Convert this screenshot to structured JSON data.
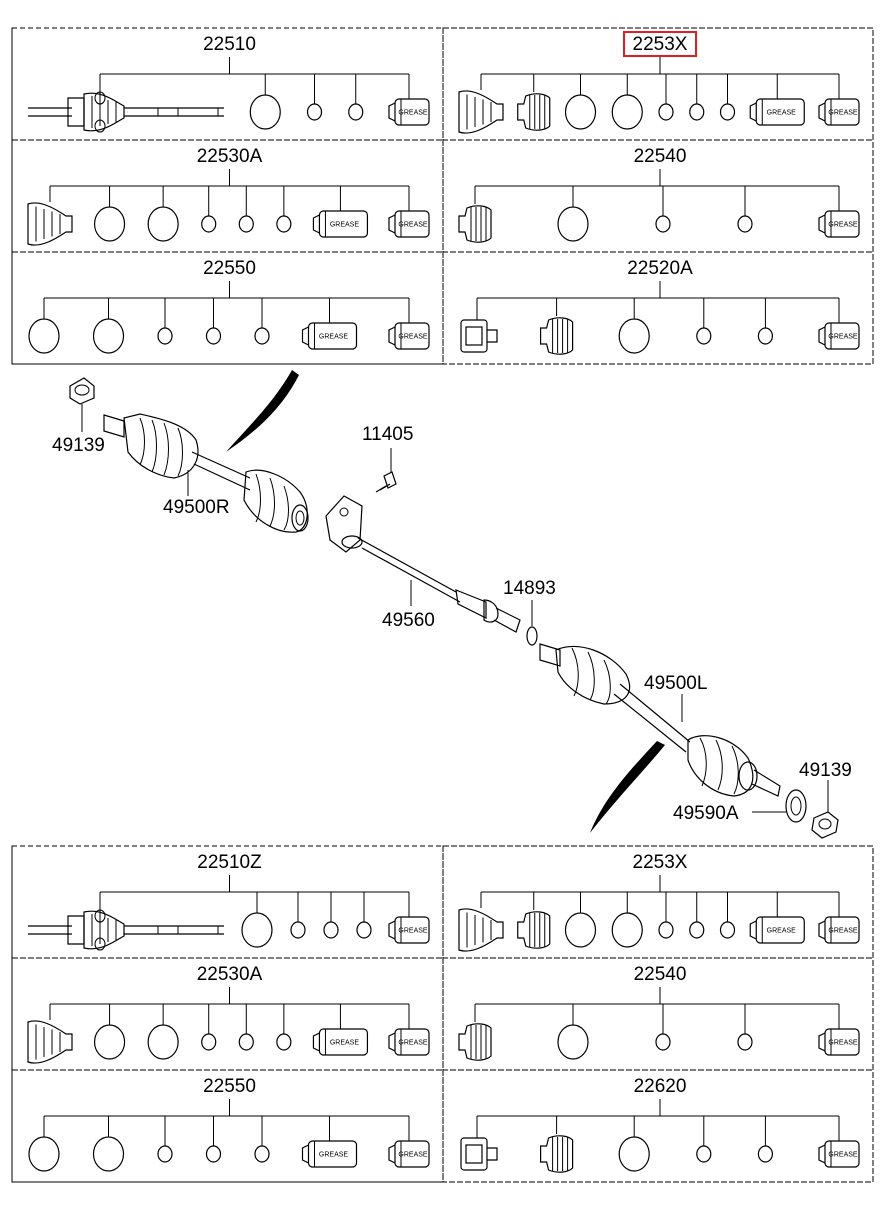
{
  "top_panels": [
    {
      "label": "22510",
      "highlighted": false,
      "items": [
        "shaft",
        "ring-large",
        "ring-small",
        "ring-small",
        "grease"
      ]
    },
    {
      "label": "2253X",
      "highlighted": true,
      "items": [
        "boot-large",
        "boot-small",
        "ring-large",
        "ring-large",
        "ring-small",
        "ring-small",
        "ring-small",
        "grease-large",
        "grease"
      ]
    },
    {
      "label": "22530A",
      "highlighted": false,
      "items": [
        "boot-large",
        "ring-large",
        "ring-large",
        "ring-small",
        "ring-small",
        "ring-small",
        "grease-large",
        "grease"
      ]
    },
    {
      "label": "22540",
      "highlighted": false,
      "items": [
        "boot-small",
        "ring-large",
        "ring-small",
        "ring-small",
        "grease"
      ]
    },
    {
      "label": "22550",
      "highlighted": false,
      "items": [
        "ring-large",
        "ring-large",
        "ring-small",
        "ring-small",
        "ring-small",
        "grease-large",
        "grease"
      ]
    },
    {
      "label": "22520A",
      "highlighted": false,
      "items": [
        "joint-housing",
        "boot-small",
        "ring-large",
        "ring-small",
        "ring-small",
        "grease"
      ]
    }
  ],
  "bottom_panels": [
    {
      "label": "22510Z",
      "highlighted": false,
      "items": [
        "shaft",
        "ring-large",
        "ring-small",
        "ring-small",
        "ring-small",
        "grease"
      ]
    },
    {
      "label": "2253X",
      "highlighted": false,
      "items": [
        "boot-large",
        "boot-small",
        "ring-large",
        "ring-large",
        "ring-small",
        "ring-small",
        "ring-small",
        "grease-large",
        "grease"
      ]
    },
    {
      "label": "22530A",
      "highlighted": false,
      "items": [
        "boot-large",
        "ring-large",
        "ring-large",
        "ring-small",
        "ring-small",
        "ring-small",
        "grease-large",
        "grease"
      ]
    },
    {
      "label": "22540",
      "highlighted": false,
      "items": [
        "boot-small",
        "ring-large",
        "ring-small",
        "ring-small",
        "grease"
      ]
    },
    {
      "label": "22550",
      "highlighted": false,
      "items": [
        "ring-large",
        "ring-large",
        "ring-small",
        "ring-small",
        "ring-small",
        "grease-large",
        "grease"
      ]
    },
    {
      "label": "22620",
      "highlighted": false,
      "items": [
        "joint-housing",
        "boot-small",
        "ring-large",
        "ring-small",
        "ring-small",
        "grease"
      ]
    }
  ],
  "callouts": {
    "nut_right": "49139",
    "shaft_right": "49500R",
    "bolt": "11405",
    "intermediate_shaft": "49560",
    "snap_ring": "14893",
    "shaft_left": "49500L",
    "nut_left": "49139",
    "washer": "49590A"
  },
  "grease_text": "GREASE",
  "colors": {
    "line": "#000000",
    "highlight": "#e02020"
  }
}
